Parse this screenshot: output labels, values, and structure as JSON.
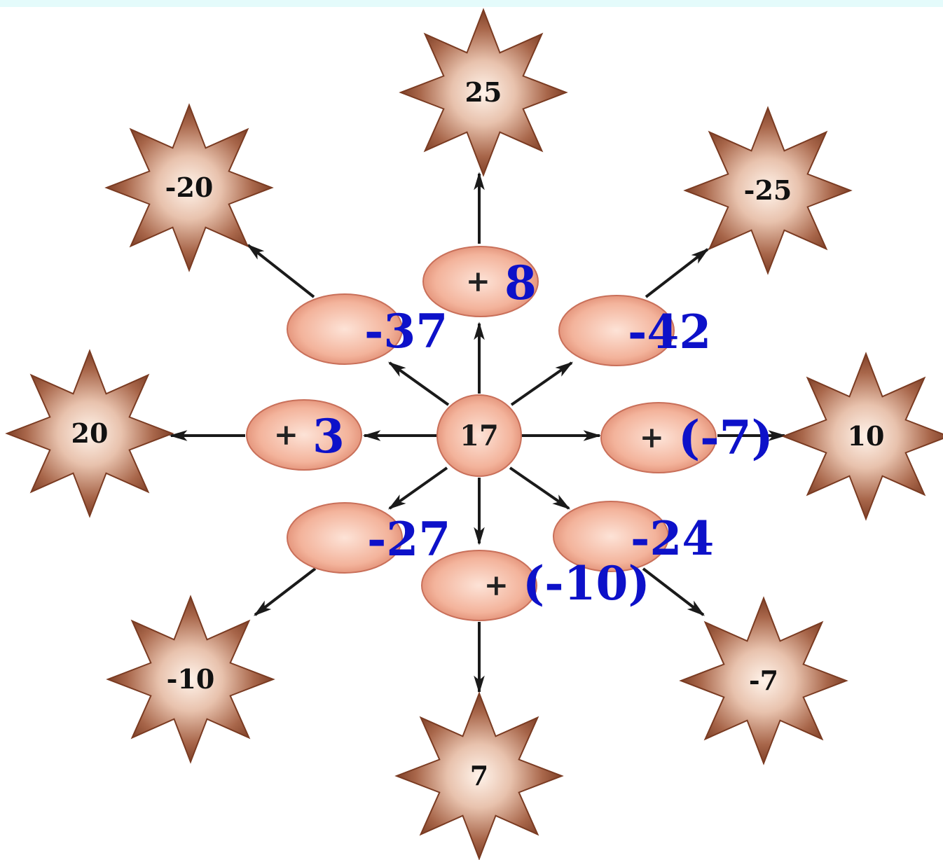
{
  "center": {
    "value": "17"
  },
  "operations": [
    {
      "id": "up",
      "sign": "+",
      "answer": "8"
    },
    {
      "id": "up-right",
      "sign": "",
      "answer": "-42"
    },
    {
      "id": "right",
      "sign": "+",
      "answer": "(-7)"
    },
    {
      "id": "down-right",
      "sign": "",
      "answer": "-24"
    },
    {
      "id": "down",
      "sign": "+",
      "answer": "(-10)"
    },
    {
      "id": "down-left",
      "sign": "",
      "answer": "-27"
    },
    {
      "id": "left",
      "sign": "+",
      "answer": "3"
    },
    {
      "id": "up-left",
      "sign": "",
      "answer": "-37"
    }
  ],
  "results": [
    {
      "id": "up",
      "value": "25"
    },
    {
      "id": "up-right",
      "value": "-25"
    },
    {
      "id": "right",
      "value": "10"
    },
    {
      "id": "down-right",
      "value": "-7"
    },
    {
      "id": "down",
      "value": "7"
    },
    {
      "id": "down-left",
      "value": "-10"
    },
    {
      "id": "left",
      "value": "20"
    },
    {
      "id": "up-left",
      "value": "-20"
    }
  ],
  "colors": {
    "star_outer": "#7a3b22",
    "star_mid": "#b3775a",
    "star_center": "#fff3ea",
    "oval_fill": "#f3b39b",
    "oval_edge": "#c9705a",
    "answer_text": "#0d11c9",
    "arrow": "#1a1a1a",
    "top_band": "#e4fbfb"
  }
}
